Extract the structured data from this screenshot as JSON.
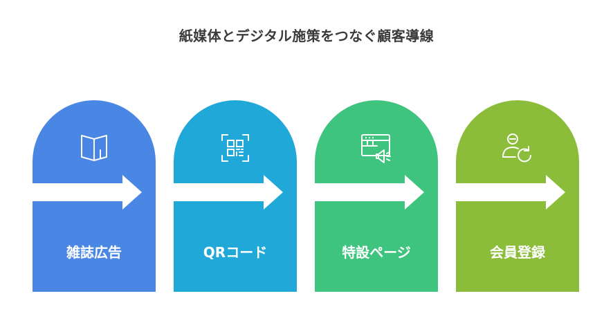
{
  "title": "紙媒体とデジタル施策をつなぐ顧客導線",
  "steps": [
    {
      "label": "雑誌広告",
      "icon": "open-book-icon",
      "color": "#4a86e4"
    },
    {
      "label": "QRコード",
      "icon": "qr-code-icon",
      "color": "#1fa8d8"
    },
    {
      "label": "特設ページ",
      "icon": "webpage-megaphone-icon",
      "color": "#3ec47f"
    },
    {
      "label": "会員登録",
      "icon": "user-refresh-icon",
      "color": "#8bbc3a"
    }
  ]
}
